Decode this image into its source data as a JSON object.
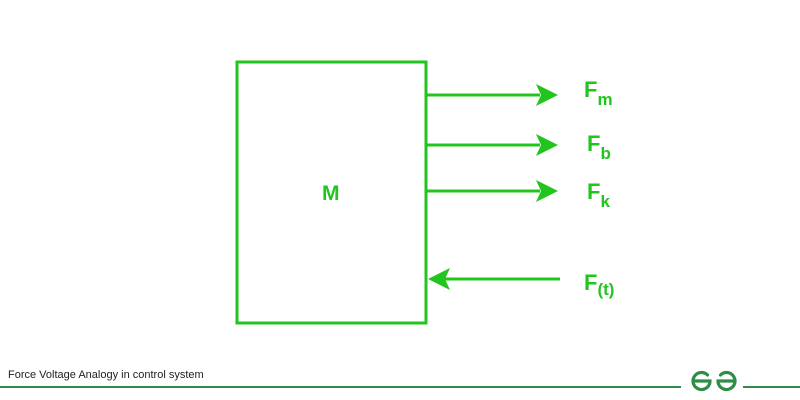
{
  "diagram": {
    "mass_label": "M",
    "forces": [
      {
        "symbol": "F",
        "subscript": "m",
        "direction": "outward"
      },
      {
        "symbol": "F",
        "subscript": "b",
        "direction": "outward"
      },
      {
        "symbol": "F",
        "subscript": "k",
        "direction": "outward"
      },
      {
        "symbol": "F",
        "subscript": "(t)",
        "direction": "inward"
      }
    ],
    "color": "#22c41e"
  },
  "footer": {
    "caption": "Force Voltage Analogy in control system",
    "brand_logo": "geeksforgeeks-logo",
    "accent_color": "#2f8d46"
  }
}
